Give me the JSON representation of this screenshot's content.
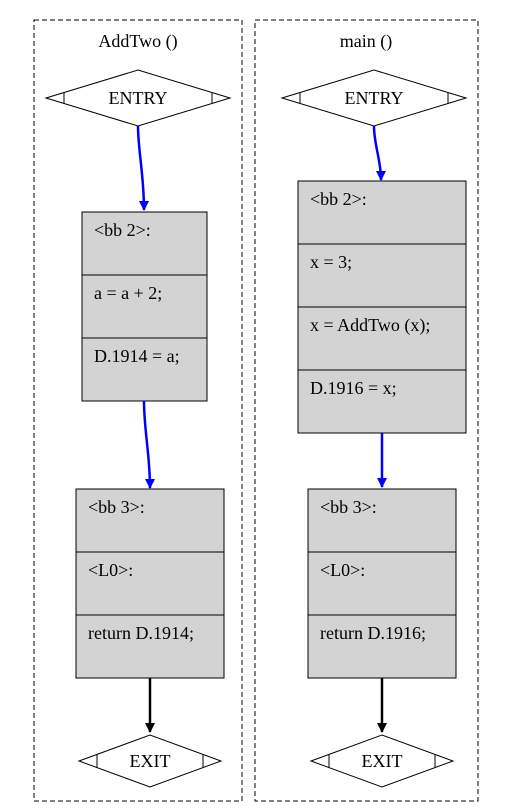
{
  "clusters": [
    {
      "title": "AddTwo ()",
      "entry": "ENTRY",
      "exit": "EXIT",
      "blocks": [
        {
          "rows": [
            "<bb 2>:",
            "a = a + 2;",
            "D.1914 = a;"
          ]
        },
        {
          "rows": [
            "<bb 3>:",
            "<L0>:",
            "return D.1914;"
          ]
        }
      ]
    },
    {
      "title": "main ()",
      "entry": "ENTRY",
      "exit": "EXIT",
      "blocks": [
        {
          "rows": [
            "<bb 2>:",
            "x = 3;",
            "x = AddTwo (x);",
            "D.1916 = x;"
          ]
        },
        {
          "rows": [
            "<bb 3>:",
            "<L0>:",
            "return D.1916;"
          ]
        }
      ]
    }
  ],
  "colors": {
    "block_fill": "#d3d3d3",
    "flow_edge": "#0000ff",
    "exit_edge": "#000000"
  }
}
